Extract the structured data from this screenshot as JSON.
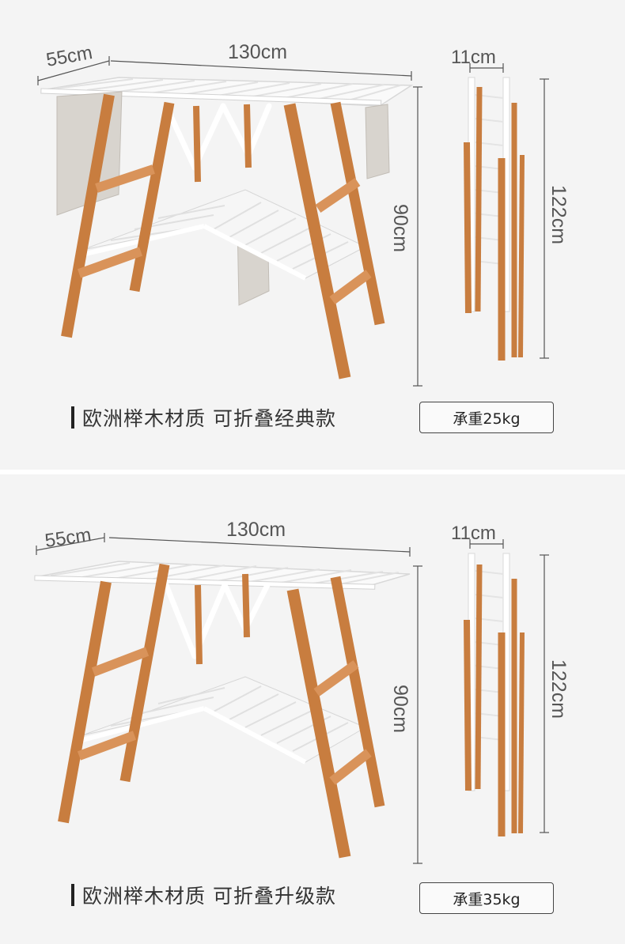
{
  "panels": [
    {
      "dims": {
        "depth": "55cm",
        "width": "130cm",
        "height": "90cm",
        "folded_thickness": "11cm",
        "folded_height": "122cm"
      },
      "caption": "欧洲榉木材质 可折叠经典款",
      "load": "承重25kg"
    },
    {
      "dims": {
        "depth": "55cm",
        "width": "130cm",
        "height": "90cm",
        "folded_thickness": "11cm",
        "folded_height": "122cm"
      },
      "caption": "欧洲榉木材质 可折叠升级款",
      "load": "承重35kg"
    }
  ],
  "colors": {
    "wood": "#c87d3f",
    "wood_dark": "#a45f28",
    "frame": "#ffffff",
    "towel": "#d6d2cc",
    "dim_line": "#555555"
  }
}
